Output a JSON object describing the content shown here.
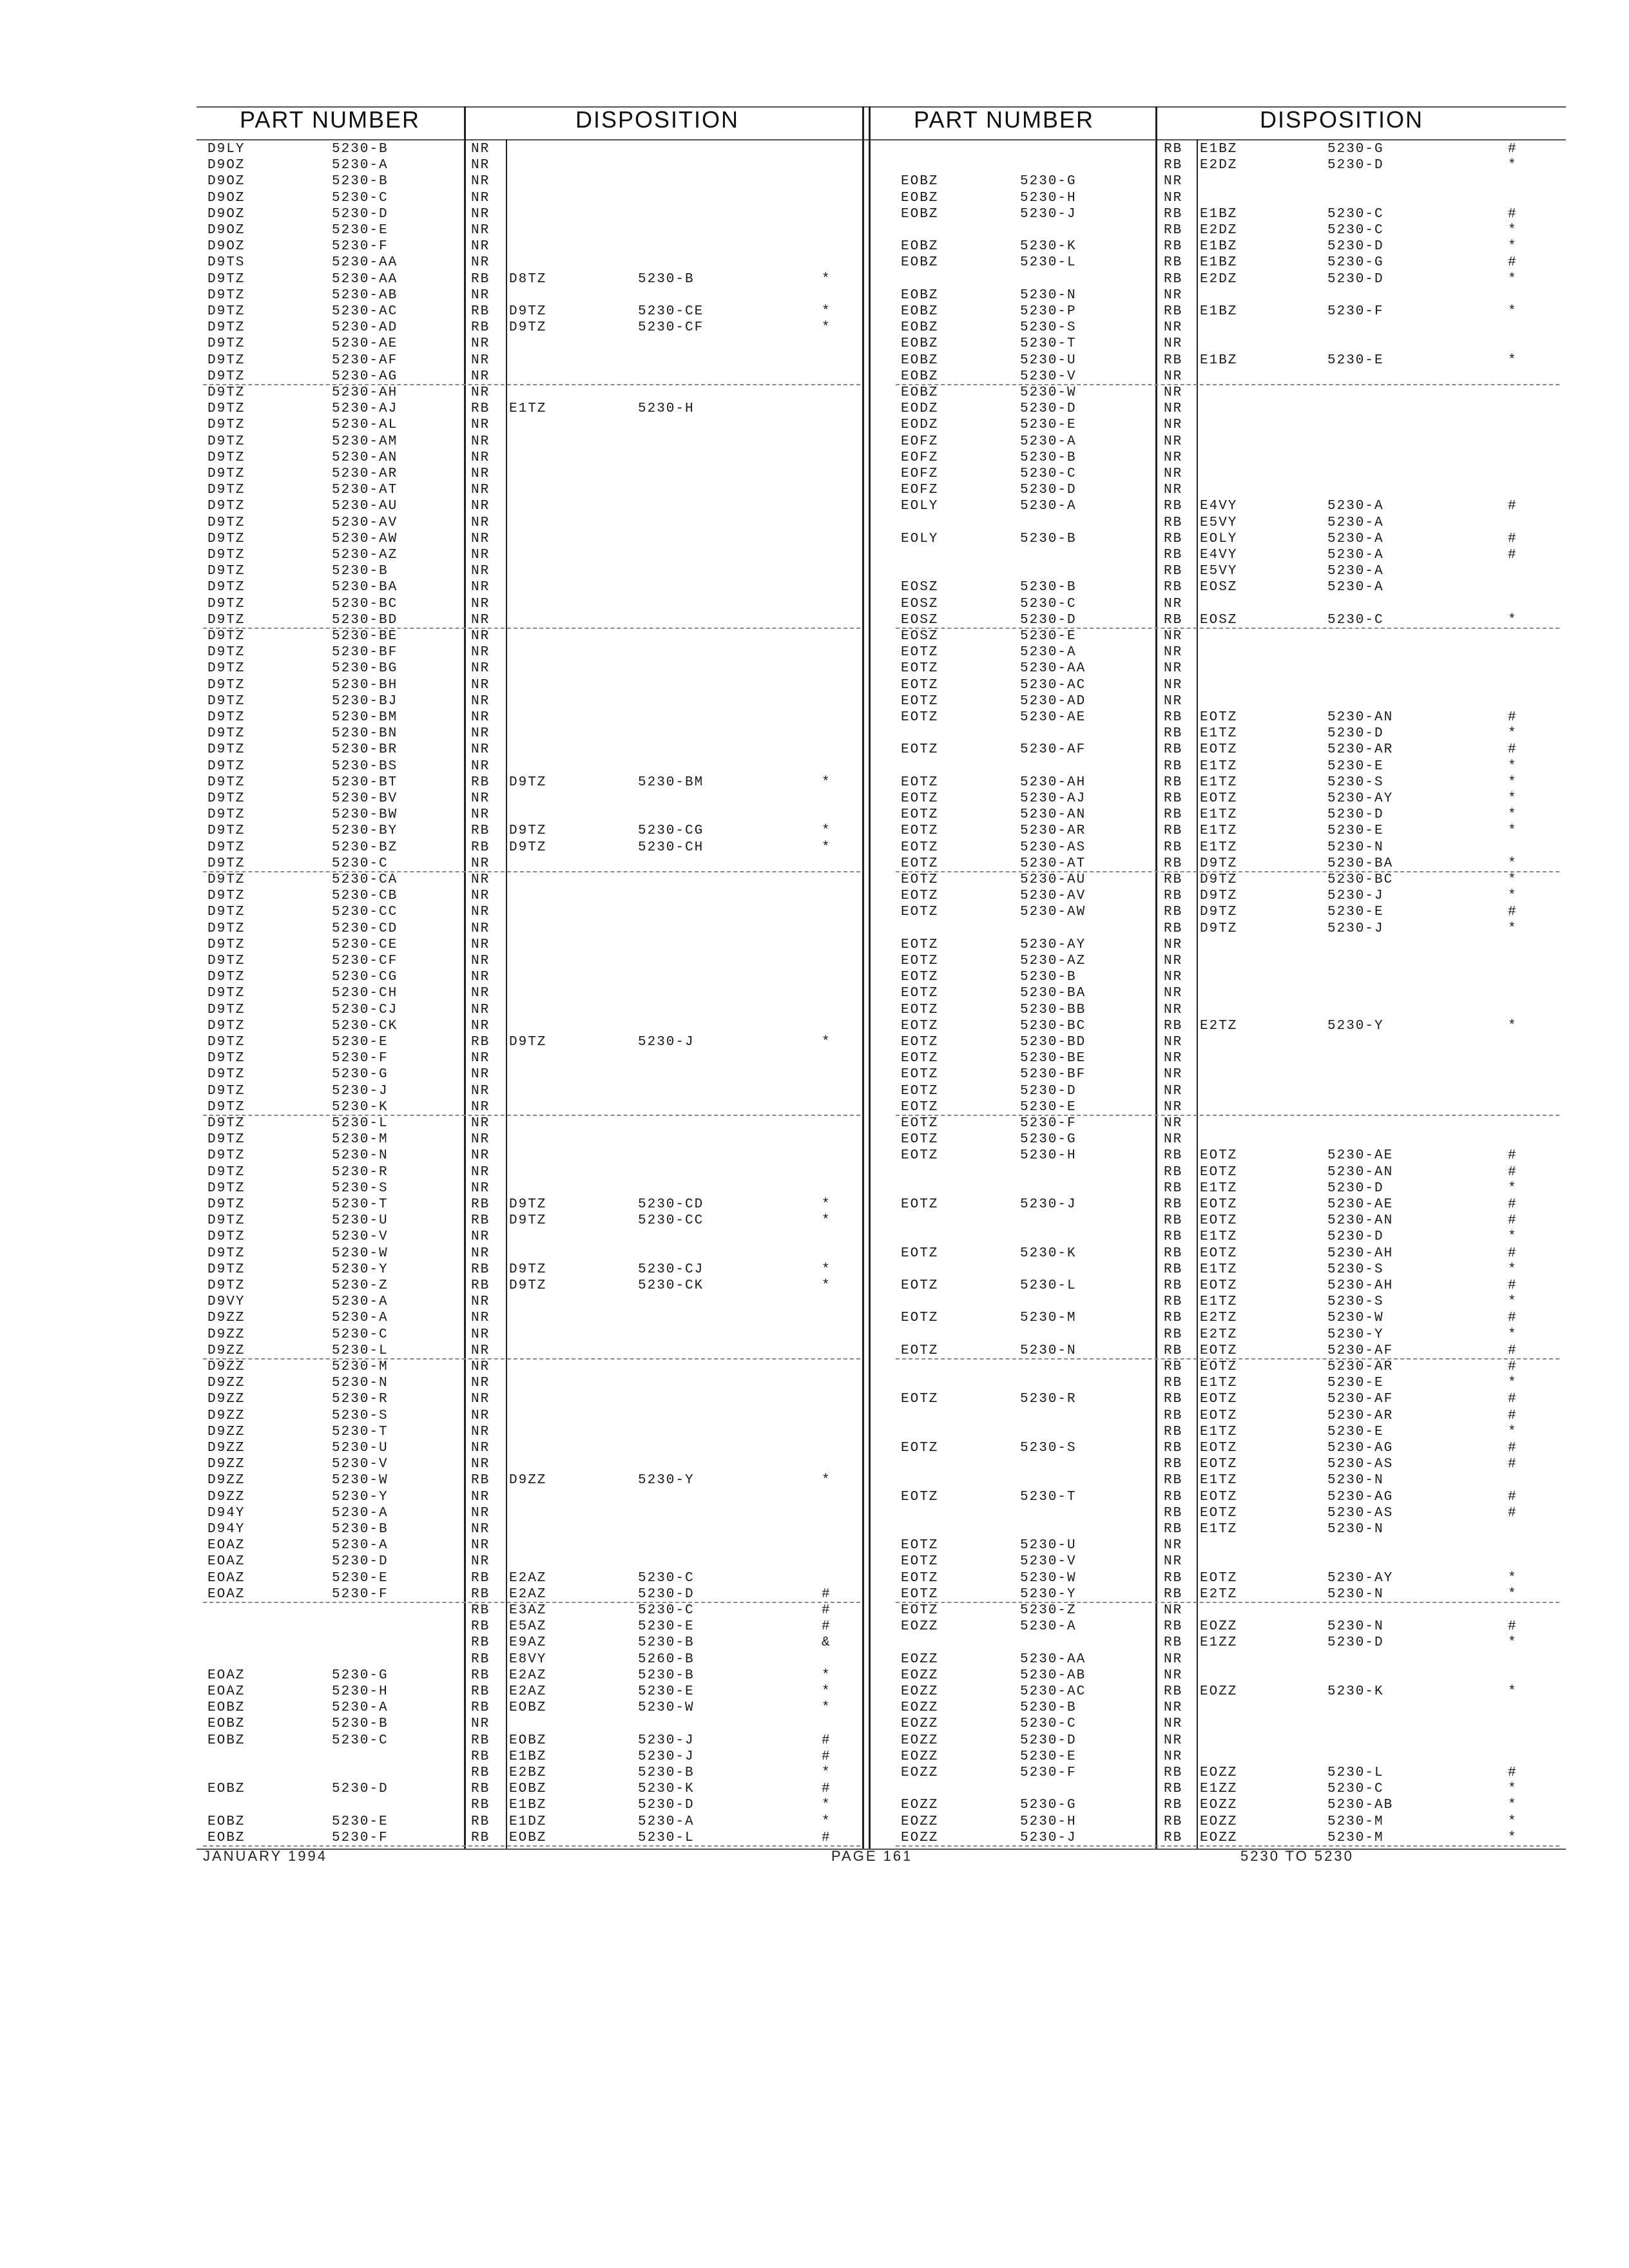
{
  "headers": {
    "left_part": "PART NUMBER",
    "left_disp": "DISPOSITION",
    "right_part": "PART NUMBER",
    "right_disp": "DISPOSITION"
  },
  "left_rows": [
    [
      "D9LY",
      "5230-B",
      "NR",
      "",
      "",
      ""
    ],
    [
      "D9OZ",
      "5230-A",
      "NR",
      "",
      "",
      ""
    ],
    [
      "D9OZ",
      "5230-B",
      "NR",
      "",
      "",
      ""
    ],
    [
      "D9OZ",
      "5230-C",
      "NR",
      "",
      "",
      ""
    ],
    [
      "D9OZ",
      "5230-D",
      "NR",
      "",
      "",
      ""
    ],
    [
      "D9OZ",
      "5230-E",
      "NR",
      "",
      "",
      ""
    ],
    [
      "D9OZ",
      "5230-F",
      "NR",
      "",
      "",
      ""
    ],
    [
      "D9TS",
      "5230-AA",
      "NR",
      "",
      "",
      ""
    ],
    [
      "D9TZ",
      "5230-AA",
      "RB",
      "D8TZ",
      "5230-B",
      "*"
    ],
    [
      "D9TZ",
      "5230-AB",
      "NR",
      "",
      "",
      ""
    ],
    [
      "D9TZ",
      "5230-AC",
      "RB",
      "D9TZ",
      "5230-CE",
      "*"
    ],
    [
      "D9TZ",
      "5230-AD",
      "RB",
      "D9TZ",
      "5230-CF",
      "*"
    ],
    [
      "D9TZ",
      "5230-AE",
      "NR",
      "",
      "",
      ""
    ],
    [
      "D9TZ",
      "5230-AF",
      "NR",
      "",
      "",
      ""
    ],
    [
      "D9TZ",
      "5230-AG",
      "NR",
      "",
      "",
      ""
    ],
    [
      "D9TZ",
      "5230-AH",
      "NR",
      "",
      "",
      ""
    ],
    [
      "D9TZ",
      "5230-AJ",
      "RB",
      "E1TZ",
      "5230-H",
      ""
    ],
    [
      "D9TZ",
      "5230-AL",
      "NR",
      "",
      "",
      ""
    ],
    [
      "D9TZ",
      "5230-AM",
      "NR",
      "",
      "",
      ""
    ],
    [
      "D9TZ",
      "5230-AN",
      "NR",
      "",
      "",
      ""
    ],
    [
      "D9TZ",
      "5230-AR",
      "NR",
      "",
      "",
      ""
    ],
    [
      "D9TZ",
      "5230-AT",
      "NR",
      "",
      "",
      ""
    ],
    [
      "D9TZ",
      "5230-AU",
      "NR",
      "",
      "",
      ""
    ],
    [
      "D9TZ",
      "5230-AV",
      "NR",
      "",
      "",
      ""
    ],
    [
      "D9TZ",
      "5230-AW",
      "NR",
      "",
      "",
      ""
    ],
    [
      "D9TZ",
      "5230-AZ",
      "NR",
      "",
      "",
      ""
    ],
    [
      "D9TZ",
      "5230-B",
      "NR",
      "",
      "",
      ""
    ],
    [
      "D9TZ",
      "5230-BA",
      "NR",
      "",
      "",
      ""
    ],
    [
      "D9TZ",
      "5230-BC",
      "NR",
      "",
      "",
      ""
    ],
    [
      "D9TZ",
      "5230-BD",
      "NR",
      "",
      "",
      ""
    ],
    [
      "D9TZ",
      "5230-BE",
      "NR",
      "",
      "",
      ""
    ],
    [
      "D9TZ",
      "5230-BF",
      "NR",
      "",
      "",
      ""
    ],
    [
      "D9TZ",
      "5230-BG",
      "NR",
      "",
      "",
      ""
    ],
    [
      "D9TZ",
      "5230-BH",
      "NR",
      "",
      "",
      ""
    ],
    [
      "D9TZ",
      "5230-BJ",
      "NR",
      "",
      "",
      ""
    ],
    [
      "D9TZ",
      "5230-BM",
      "NR",
      "",
      "",
      ""
    ],
    [
      "D9TZ",
      "5230-BN",
      "NR",
      "",
      "",
      ""
    ],
    [
      "D9TZ",
      "5230-BR",
      "NR",
      "",
      "",
      ""
    ],
    [
      "D9TZ",
      "5230-BS",
      "NR",
      "",
      "",
      ""
    ],
    [
      "D9TZ",
      "5230-BT",
      "RB",
      "D9TZ",
      "5230-BM",
      "*"
    ],
    [
      "D9TZ",
      "5230-BV",
      "NR",
      "",
      "",
      ""
    ],
    [
      "D9TZ",
      "5230-BW",
      "NR",
      "",
      "",
      ""
    ],
    [
      "D9TZ",
      "5230-BY",
      "RB",
      "D9TZ",
      "5230-CG",
      "*"
    ],
    [
      "D9TZ",
      "5230-BZ",
      "RB",
      "D9TZ",
      "5230-CH",
      "*"
    ],
    [
      "D9TZ",
      "5230-C",
      "NR",
      "",
      "",
      ""
    ],
    [
      "D9TZ",
      "5230-CA",
      "NR",
      "",
      "",
      ""
    ],
    [
      "D9TZ",
      "5230-CB",
      "NR",
      "",
      "",
      ""
    ],
    [
      "D9TZ",
      "5230-CC",
      "NR",
      "",
      "",
      ""
    ],
    [
      "D9TZ",
      "5230-CD",
      "NR",
      "",
      "",
      ""
    ],
    [
      "D9TZ",
      "5230-CE",
      "NR",
      "",
      "",
      ""
    ],
    [
      "D9TZ",
      "5230-CF",
      "NR",
      "",
      "",
      ""
    ],
    [
      "D9TZ",
      "5230-CG",
      "NR",
      "",
      "",
      ""
    ],
    [
      "D9TZ",
      "5230-CH",
      "NR",
      "",
      "",
      ""
    ],
    [
      "D9TZ",
      "5230-CJ",
      "NR",
      "",
      "",
      ""
    ],
    [
      "D9TZ",
      "5230-CK",
      "NR",
      "",
      "",
      ""
    ],
    [
      "D9TZ",
      "5230-E",
      "RB",
      "D9TZ",
      "5230-J",
      "*"
    ],
    [
      "D9TZ",
      "5230-F",
      "NR",
      "",
      "",
      ""
    ],
    [
      "D9TZ",
      "5230-G",
      "NR",
      "",
      "",
      ""
    ],
    [
      "D9TZ",
      "5230-J",
      "NR",
      "",
      "",
      ""
    ],
    [
      "D9TZ",
      "5230-K",
      "NR",
      "",
      "",
      ""
    ],
    [
      "D9TZ",
      "5230-L",
      "NR",
      "",
      "",
      ""
    ],
    [
      "D9TZ",
      "5230-M",
      "NR",
      "",
      "",
      ""
    ],
    [
      "D9TZ",
      "5230-N",
      "NR",
      "",
      "",
      ""
    ],
    [
      "D9TZ",
      "5230-R",
      "NR",
      "",
      "",
      ""
    ],
    [
      "D9TZ",
      "5230-S",
      "NR",
      "",
      "",
      ""
    ],
    [
      "D9TZ",
      "5230-T",
      "RB",
      "D9TZ",
      "5230-CD",
      "*"
    ],
    [
      "D9TZ",
      "5230-U",
      "RB",
      "D9TZ",
      "5230-CC",
      "*"
    ],
    [
      "D9TZ",
      "5230-V",
      "NR",
      "",
      "",
      ""
    ],
    [
      "D9TZ",
      "5230-W",
      "NR",
      "",
      "",
      ""
    ],
    [
      "D9TZ",
      "5230-Y",
      "RB",
      "D9TZ",
      "5230-CJ",
      "*"
    ],
    [
      "D9TZ",
      "5230-Z",
      "RB",
      "D9TZ",
      "5230-CK",
      "*"
    ],
    [
      "D9VY",
      "5230-A",
      "NR",
      "",
      "",
      ""
    ],
    [
      "D9ZZ",
      "5230-A",
      "NR",
      "",
      "",
      ""
    ],
    [
      "D9ZZ",
      "5230-C",
      "NR",
      "",
      "",
      ""
    ],
    [
      "D9ZZ",
      "5230-L",
      "NR",
      "",
      "",
      ""
    ],
    [
      "D9ZZ",
      "5230-M",
      "NR",
      "",
      "",
      ""
    ],
    [
      "D9ZZ",
      "5230-N",
      "NR",
      "",
      "",
      ""
    ],
    [
      "D9ZZ",
      "5230-R",
      "NR",
      "",
      "",
      ""
    ],
    [
      "D9ZZ",
      "5230-S",
      "NR",
      "",
      "",
      ""
    ],
    [
      "D9ZZ",
      "5230-T",
      "NR",
      "",
      "",
      ""
    ],
    [
      "D9ZZ",
      "5230-U",
      "NR",
      "",
      "",
      ""
    ],
    [
      "D9ZZ",
      "5230-V",
      "NR",
      "",
      "",
      ""
    ],
    [
      "D9ZZ",
      "5230-W",
      "RB",
      "D9ZZ",
      "5230-Y",
      "*"
    ],
    [
      "D9ZZ",
      "5230-Y",
      "NR",
      "",
      "",
      ""
    ],
    [
      "D94Y",
      "5230-A",
      "NR",
      "",
      "",
      ""
    ],
    [
      "D94Y",
      "5230-B",
      "NR",
      "",
      "",
      ""
    ],
    [
      "EOAZ",
      "5230-A",
      "NR",
      "",
      "",
      ""
    ],
    [
      "EOAZ",
      "5230-D",
      "NR",
      "",
      "",
      ""
    ],
    [
      "EOAZ",
      "5230-E",
      "RB",
      "E2AZ",
      "5230-C",
      ""
    ],
    [
      "EOAZ",
      "5230-F",
      "RB",
      "E2AZ",
      "5230-D",
      "#"
    ],
    [
      "",
      "",
      "RB",
      "E3AZ",
      "5230-C",
      "#"
    ],
    [
      "",
      "",
      "RB",
      "E5AZ",
      "5230-E",
      "#"
    ],
    [
      "",
      "",
      "RB",
      "E9AZ",
      "5230-B",
      "&"
    ],
    [
      "",
      "",
      "RB",
      "E8VY",
      "5260-B",
      ""
    ],
    [
      "EOAZ",
      "5230-G",
      "RB",
      "E2AZ",
      "5230-B",
      "*"
    ],
    [
      "EOAZ",
      "5230-H",
      "RB",
      "E2AZ",
      "5230-E",
      "*"
    ],
    [
      "EOBZ",
      "5230-A",
      "RB",
      "EOBZ",
      "5230-W",
      "*"
    ],
    [
      "EOBZ",
      "5230-B",
      "NR",
      "",
      "",
      ""
    ],
    [
      "EOBZ",
      "5230-C",
      "RB",
      "EOBZ",
      "5230-J",
      "#"
    ],
    [
      "",
      "",
      "RB",
      "E1BZ",
      "5230-J",
      "#"
    ],
    [
      "",
      "",
      "RB",
      "E2BZ",
      "5230-B",
      "*"
    ],
    [
      "EOBZ",
      "5230-D",
      "RB",
      "EOBZ",
      "5230-K",
      "#"
    ],
    [
      "",
      "",
      "RB",
      "E1BZ",
      "5230-D",
      "*"
    ],
    [
      "EOBZ",
      "5230-E",
      "RB",
      "E1DZ",
      "5230-A",
      "*"
    ],
    [
      "EOBZ",
      "5230-F",
      "RB",
      "EOBZ",
      "5230-L",
      "#"
    ]
  ],
  "right_rows": [
    [
      "",
      "",
      "RB",
      "E1BZ",
      "5230-G",
      "#"
    ],
    [
      "",
      "",
      "RB",
      "E2DZ",
      "5230-D",
      "*"
    ],
    [
      "EOBZ",
      "5230-G",
      "NR",
      "",
      "",
      ""
    ],
    [
      "EOBZ",
      "5230-H",
      "NR",
      "",
      "",
      ""
    ],
    [
      "EOBZ",
      "5230-J",
      "RB",
      "E1BZ",
      "5230-C",
      "#"
    ],
    [
      "",
      "",
      "RB",
      "E2DZ",
      "5230-C",
      "*"
    ],
    [
      "EOBZ",
      "5230-K",
      "RB",
      "E1BZ",
      "5230-D",
      "*"
    ],
    [
      "EOBZ",
      "5230-L",
      "RB",
      "E1BZ",
      "5230-G",
      "#"
    ],
    [
      "",
      "",
      "RB",
      "E2DZ",
      "5230-D",
      "*"
    ],
    [
      "EOBZ",
      "5230-N",
      "NR",
      "",
      "",
      ""
    ],
    [
      "EOBZ",
      "5230-P",
      "RB",
      "E1BZ",
      "5230-F",
      "*"
    ],
    [
      "EOBZ",
      "5230-S",
      "NR",
      "",
      "",
      ""
    ],
    [
      "EOBZ",
      "5230-T",
      "NR",
      "",
      "",
      ""
    ],
    [
      "EOBZ",
      "5230-U",
      "RB",
      "E1BZ",
      "5230-E",
      "*"
    ],
    [
      "EOBZ",
      "5230-V",
      "NR",
      "",
      "",
      ""
    ],
    [
      "EOBZ",
      "5230-W",
      "NR",
      "",
      "",
      ""
    ],
    [
      "EODZ",
      "5230-D",
      "NR",
      "",
      "",
      ""
    ],
    [
      "EODZ",
      "5230-E",
      "NR",
      "",
      "",
      ""
    ],
    [
      "EOFZ",
      "5230-A",
      "NR",
      "",
      "",
      ""
    ],
    [
      "EOFZ",
      "5230-B",
      "NR",
      "",
      "",
      ""
    ],
    [
      "EOFZ",
      "5230-C",
      "NR",
      "",
      "",
      ""
    ],
    [
      "EOFZ",
      "5230-D",
      "NR",
      "",
      "",
      ""
    ],
    [
      "EOLY",
      "5230-A",
      "RB",
      "E4VY",
      "5230-A",
      "#"
    ],
    [
      "",
      "",
      "RB",
      "E5VY",
      "5230-A",
      ""
    ],
    [
      "EOLY",
      "5230-B",
      "RB",
      "EOLY",
      "5230-A",
      "#"
    ],
    [
      "",
      "",
      "RB",
      "E4VY",
      "5230-A",
      "#"
    ],
    [
      "",
      "",
      "RB",
      "E5VY",
      "5230-A",
      ""
    ],
    [
      "EOSZ",
      "5230-B",
      "RB",
      "EOSZ",
      "5230-A",
      ""
    ],
    [
      "EOSZ",
      "5230-C",
      "NR",
      "",
      "",
      ""
    ],
    [
      "EOSZ",
      "5230-D",
      "RB",
      "EOSZ",
      "5230-C",
      "*"
    ],
    [
      "EOSZ",
      "5230-E",
      "NR",
      "",
      "",
      ""
    ],
    [
      "EOTZ",
      "5230-A",
      "NR",
      "",
      "",
      ""
    ],
    [
      "EOTZ",
      "5230-AA",
      "NR",
      "",
      "",
      ""
    ],
    [
      "EOTZ",
      "5230-AC",
      "NR",
      "",
      "",
      ""
    ],
    [
      "EOTZ",
      "5230-AD",
      "NR",
      "",
      "",
      ""
    ],
    [
      "EOTZ",
      "5230-AE",
      "RB",
      "EOTZ",
      "5230-AN",
      "#"
    ],
    [
      "",
      "",
      "RB",
      "E1TZ",
      "5230-D",
      "*"
    ],
    [
      "EOTZ",
      "5230-AF",
      "RB",
      "EOTZ",
      "5230-AR",
      "#"
    ],
    [
      "",
      "",
      "RB",
      "E1TZ",
      "5230-E",
      "*"
    ],
    [
      "EOTZ",
      "5230-AH",
      "RB",
      "E1TZ",
      "5230-S",
      "*"
    ],
    [
      "EOTZ",
      "5230-AJ",
      "RB",
      "EOTZ",
      "5230-AY",
      "*"
    ],
    [
      "EOTZ",
      "5230-AN",
      "RB",
      "E1TZ",
      "5230-D",
      "*"
    ],
    [
      "EOTZ",
      "5230-AR",
      "RB",
      "E1TZ",
      "5230-E",
      "*"
    ],
    [
      "EOTZ",
      "5230-AS",
      "RB",
      "E1TZ",
      "5230-N",
      ""
    ],
    [
      "EOTZ",
      "5230-AT",
      "RB",
      "D9TZ",
      "5230-BA",
      "*"
    ],
    [
      "EOTZ",
      "5230-AU",
      "RB",
      "D9TZ",
      "5230-BC",
      "*"
    ],
    [
      "EOTZ",
      "5230-AV",
      "RB",
      "D9TZ",
      "5230-J",
      "*"
    ],
    [
      "EOTZ",
      "5230-AW",
      "RB",
      "D9TZ",
      "5230-E",
      "#"
    ],
    [
      "",
      "",
      "RB",
      "D9TZ",
      "5230-J",
      "*"
    ],
    [
      "EOTZ",
      "5230-AY",
      "NR",
      "",
      "",
      ""
    ],
    [
      "EOTZ",
      "5230-AZ",
      "NR",
      "",
      "",
      ""
    ],
    [
      "EOTZ",
      "5230-B",
      "NR",
      "",
      "",
      ""
    ],
    [
      "EOTZ",
      "5230-BA",
      "NR",
      "",
      "",
      ""
    ],
    [
      "EOTZ",
      "5230-BB",
      "NR",
      "",
      "",
      ""
    ],
    [
      "EOTZ",
      "5230-BC",
      "RB",
      "E2TZ",
      "5230-Y",
      "*"
    ],
    [
      "EOTZ",
      "5230-BD",
      "NR",
      "",
      "",
      ""
    ],
    [
      "EOTZ",
      "5230-BE",
      "NR",
      "",
      "",
      ""
    ],
    [
      "EOTZ",
      "5230-BF",
      "NR",
      "",
      "",
      ""
    ],
    [
      "EOTZ",
      "5230-D",
      "NR",
      "",
      "",
      ""
    ],
    [
      "EOTZ",
      "5230-E",
      "NR",
      "",
      "",
      ""
    ],
    [
      "EOTZ",
      "5230-F",
      "NR",
      "",
      "",
      ""
    ],
    [
      "EOTZ",
      "5230-G",
      "NR",
      "",
      "",
      ""
    ],
    [
      "EOTZ",
      "5230-H",
      "RB",
      "EOTZ",
      "5230-AE",
      "#"
    ],
    [
      "",
      "",
      "RB",
      "EOTZ",
      "5230-AN",
      "#"
    ],
    [
      "",
      "",
      "RB",
      "E1TZ",
      "5230-D",
      "*"
    ],
    [
      "EOTZ",
      "5230-J",
      "RB",
      "EOTZ",
      "5230-AE",
      "#"
    ],
    [
      "",
      "",
      "RB",
      "EOTZ",
      "5230-AN",
      "#"
    ],
    [
      "",
      "",
      "RB",
      "E1TZ",
      "5230-D",
      "*"
    ],
    [
      "EOTZ",
      "5230-K",
      "RB",
      "EOTZ",
      "5230-AH",
      "#"
    ],
    [
      "",
      "",
      "RB",
      "E1TZ",
      "5230-S",
      "*"
    ],
    [
      "EOTZ",
      "5230-L",
      "RB",
      "EOTZ",
      "5230-AH",
      "#"
    ],
    [
      "",
      "",
      "RB",
      "E1TZ",
      "5230-S",
      "*"
    ],
    [
      "EOTZ",
      "5230-M",
      "RB",
      "E2TZ",
      "5230-W",
      "#"
    ],
    [
      "",
      "",
      "RB",
      "E2TZ",
      "5230-Y",
      "*"
    ],
    [
      "EOTZ",
      "5230-N",
      "RB",
      "EOTZ",
      "5230-AF",
      "#"
    ],
    [
      "",
      "",
      "RB",
      "EOTZ",
      "5230-AR",
      "#"
    ],
    [
      "",
      "",
      "RB",
      "E1TZ",
      "5230-E",
      "*"
    ],
    [
      "EOTZ",
      "5230-R",
      "RB",
      "EOTZ",
      "5230-AF",
      "#"
    ],
    [
      "",
      "",
      "RB",
      "EOTZ",
      "5230-AR",
      "#"
    ],
    [
      "",
      "",
      "RB",
      "E1TZ",
      "5230-E",
      "*"
    ],
    [
      "EOTZ",
      "5230-S",
      "RB",
      "EOTZ",
      "5230-AG",
      "#"
    ],
    [
      "",
      "",
      "RB",
      "EOTZ",
      "5230-AS",
      "#"
    ],
    [
      "",
      "",
      "RB",
      "E1TZ",
      "5230-N",
      ""
    ],
    [
      "EOTZ",
      "5230-T",
      "RB",
      "EOTZ",
      "5230-AG",
      "#"
    ],
    [
      "",
      "",
      "RB",
      "EOTZ",
      "5230-AS",
      "#"
    ],
    [
      "",
      "",
      "RB",
      "E1TZ",
      "5230-N",
      ""
    ],
    [
      "EOTZ",
      "5230-U",
      "NR",
      "",
      "",
      ""
    ],
    [
      "EOTZ",
      "5230-V",
      "NR",
      "",
      "",
      ""
    ],
    [
      "EOTZ",
      "5230-W",
      "RB",
      "EOTZ",
      "5230-AY",
      "*"
    ],
    [
      "EOTZ",
      "5230-Y",
      "RB",
      "E2TZ",
      "5230-N",
      "*"
    ],
    [
      "EOTZ",
      "5230-Z",
      "NR",
      "",
      "",
      ""
    ],
    [
      "EOZZ",
      "5230-A",
      "RB",
      "EOZZ",
      "5230-N",
      "#"
    ],
    [
      "",
      "",
      "RB",
      "E1ZZ",
      "5230-D",
      "*"
    ],
    [
      "EOZZ",
      "5230-AA",
      "NR",
      "",
      "",
      ""
    ],
    [
      "EOZZ",
      "5230-AB",
      "NR",
      "",
      "",
      ""
    ],
    [
      "EOZZ",
      "5230-AC",
      "RB",
      "EOZZ",
      "5230-K",
      "*"
    ],
    [
      "EOZZ",
      "5230-B",
      "NR",
      "",
      "",
      ""
    ],
    [
      "EOZZ",
      "5230-C",
      "NR",
      "",
      "",
      ""
    ],
    [
      "EOZZ",
      "5230-D",
      "NR",
      "",
      "",
      ""
    ],
    [
      "EOZZ",
      "5230-E",
      "NR",
      "",
      "",
      ""
    ],
    [
      "EOZZ",
      "5230-F",
      "RB",
      "EOZZ",
      "5230-L",
      "#"
    ],
    [
      "",
      "",
      "RB",
      "E1ZZ",
      "5230-C",
      "*"
    ],
    [
      "EOZZ",
      "5230-G",
      "RB",
      "EOZZ",
      "5230-AB",
      "*"
    ],
    [
      "EOZZ",
      "5230-H",
      "RB",
      "EOZZ",
      "5230-M",
      "*"
    ],
    [
      "EOZZ",
      "5230-J",
      "RB",
      "EOZZ",
      "5230-M",
      "*"
    ]
  ],
  "footer": {
    "month_year": "JANUARY    1994",
    "page": "PAGE  161",
    "range": "5230  TO     5230"
  }
}
